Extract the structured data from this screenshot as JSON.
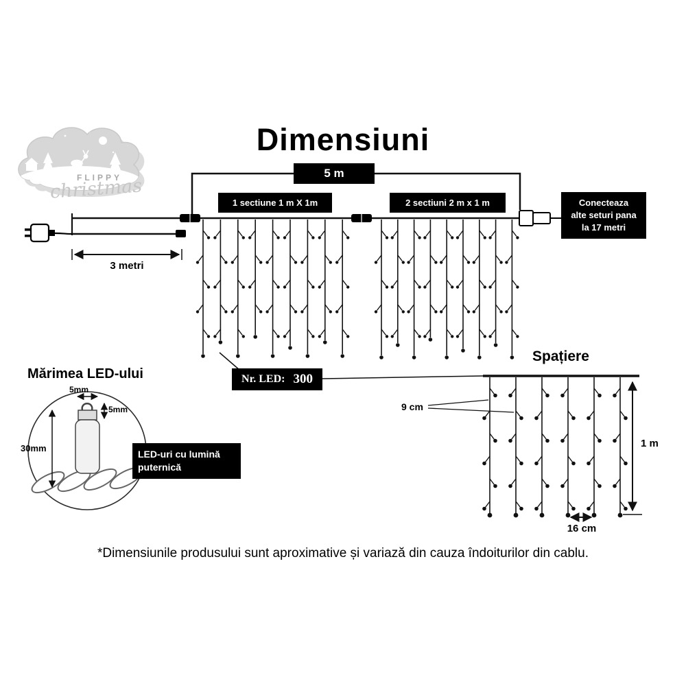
{
  "title": "Dimensiuni",
  "logo": {
    "brand_top": "FLIPPY",
    "brand_script": "christmas"
  },
  "diagram": {
    "total_width": "5 m",
    "section1": "1 sectiune 1 m X 1m",
    "section2": "2 sectiuni 2 m x 1 m",
    "connect_line1": "Conecteaza",
    "connect_line2": "alte seturi pana",
    "connect_line3": "la 17 metri",
    "lead_length": "3 metri",
    "led_count_label": "Nr. LED:",
    "led_count_value": "300"
  },
  "led_size": {
    "heading": "Mărimea LED-ului",
    "width": "5mm",
    "head": "5mm",
    "height": "30mm",
    "note_line1": "LED-uri cu lumină",
    "note_line2": "puternică"
  },
  "spacing": {
    "heading": "Spațiere",
    "vertical_gap": "9 cm",
    "curtain_height": "1 m",
    "horizontal_gap": "16 cm"
  },
  "footer": "*Dimensiunile produsului sunt aproximative și variază din cauza îndoiturilor din cablu.",
  "colors": {
    "ink": "#111111",
    "box_bg": "#000000",
    "box_text": "#ffffff"
  }
}
